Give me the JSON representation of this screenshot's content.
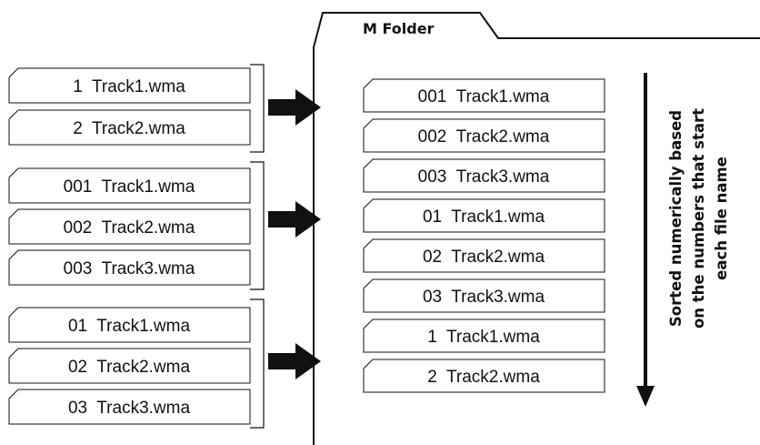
{
  "folder": {
    "title": "M Folder"
  },
  "source_groups": [
    {
      "files": [
        {
          "label": "1  Track1.wma"
        },
        {
          "label": "2  Track2.wma"
        }
      ]
    },
    {
      "files": [
        {
          "label": "001  Track1.wma"
        },
        {
          "label": "002  Track2.wma"
        },
        {
          "label": "003  Track3.wma"
        }
      ]
    },
    {
      "files": [
        {
          "label": "01  Track1.wma"
        },
        {
          "label": "02  Track2.wma"
        },
        {
          "label": "03  Track3.wma"
        }
      ]
    }
  ],
  "sorted_files": [
    {
      "label": "001  Track1.wma"
    },
    {
      "label": "002  Track2.wma"
    },
    {
      "label": "003  Track3.wma"
    },
    {
      "label": "01  Track1.wma"
    },
    {
      "label": "02  Track2.wma"
    },
    {
      "label": "03  Track3.wma"
    },
    {
      "label": "1  Track1.wma"
    },
    {
      "label": "2  Track2.wma"
    }
  ],
  "sort_note": {
    "lines": [
      "Sorted numerically based",
      "on the numbers that start",
      "each file name"
    ]
  }
}
